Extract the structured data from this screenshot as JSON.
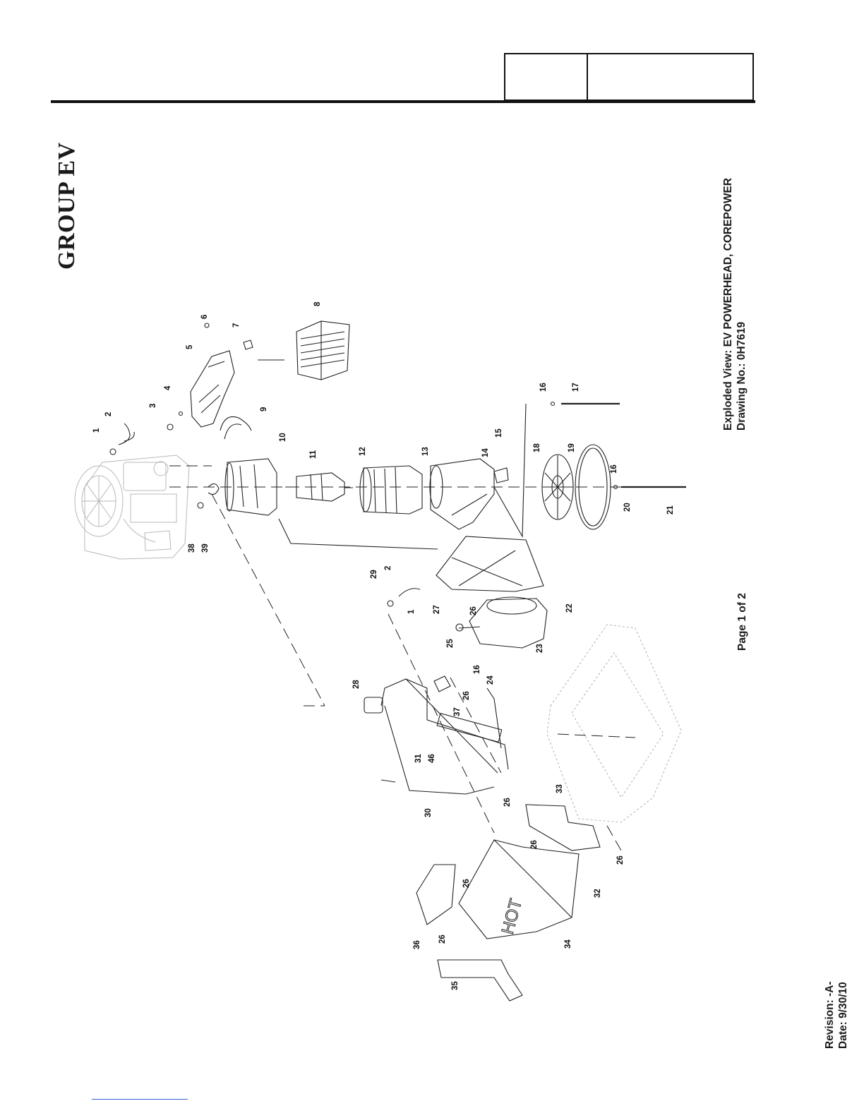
{
  "header": {
    "box_left": "",
    "box_right": ""
  },
  "group_title": "GROUP EV",
  "caption": {
    "line1": "Exploded View: EV POWERHEAD, COREPOWER",
    "line2": "Drawing No.: 0H7619"
  },
  "page_label": "Page 1 of 2",
  "revision": {
    "line1": "Revision: -A-",
    "line2": "Date: 9/30/10"
  },
  "callouts": {
    "c1": "1",
    "c2": "2",
    "c3": "3",
    "c4": "4",
    "c5": "5",
    "c6": "6",
    "c7": "7",
    "c8": "8",
    "c9": "9",
    "c10": "10",
    "c11": "11",
    "c12": "12",
    "c13": "13",
    "c14": "14",
    "c15": "15",
    "c16": "16",
    "c17": "17",
    "c18": "18",
    "c19": "19",
    "c16b": "16",
    "c20": "20",
    "c21": "21",
    "c22": "22",
    "c23": "23",
    "c24": "24",
    "c16c": "16",
    "c25": "25",
    "c26a": "26",
    "c27": "27",
    "c29": "29",
    "c2b": "2",
    "c1b": "1",
    "c26b": "26",
    "c28": "28",
    "c37": "37",
    "c31": "31",
    "c46": "46",
    "c30": "30",
    "c26c": "26",
    "c26d": "26",
    "c33": "33",
    "c26e": "26",
    "c32": "32",
    "c34": "34",
    "c26f": "26",
    "c36": "36",
    "c26g": "26",
    "c35": "35",
    "c38": "38",
    "c39": "39"
  },
  "hot_label": "HOT"
}
